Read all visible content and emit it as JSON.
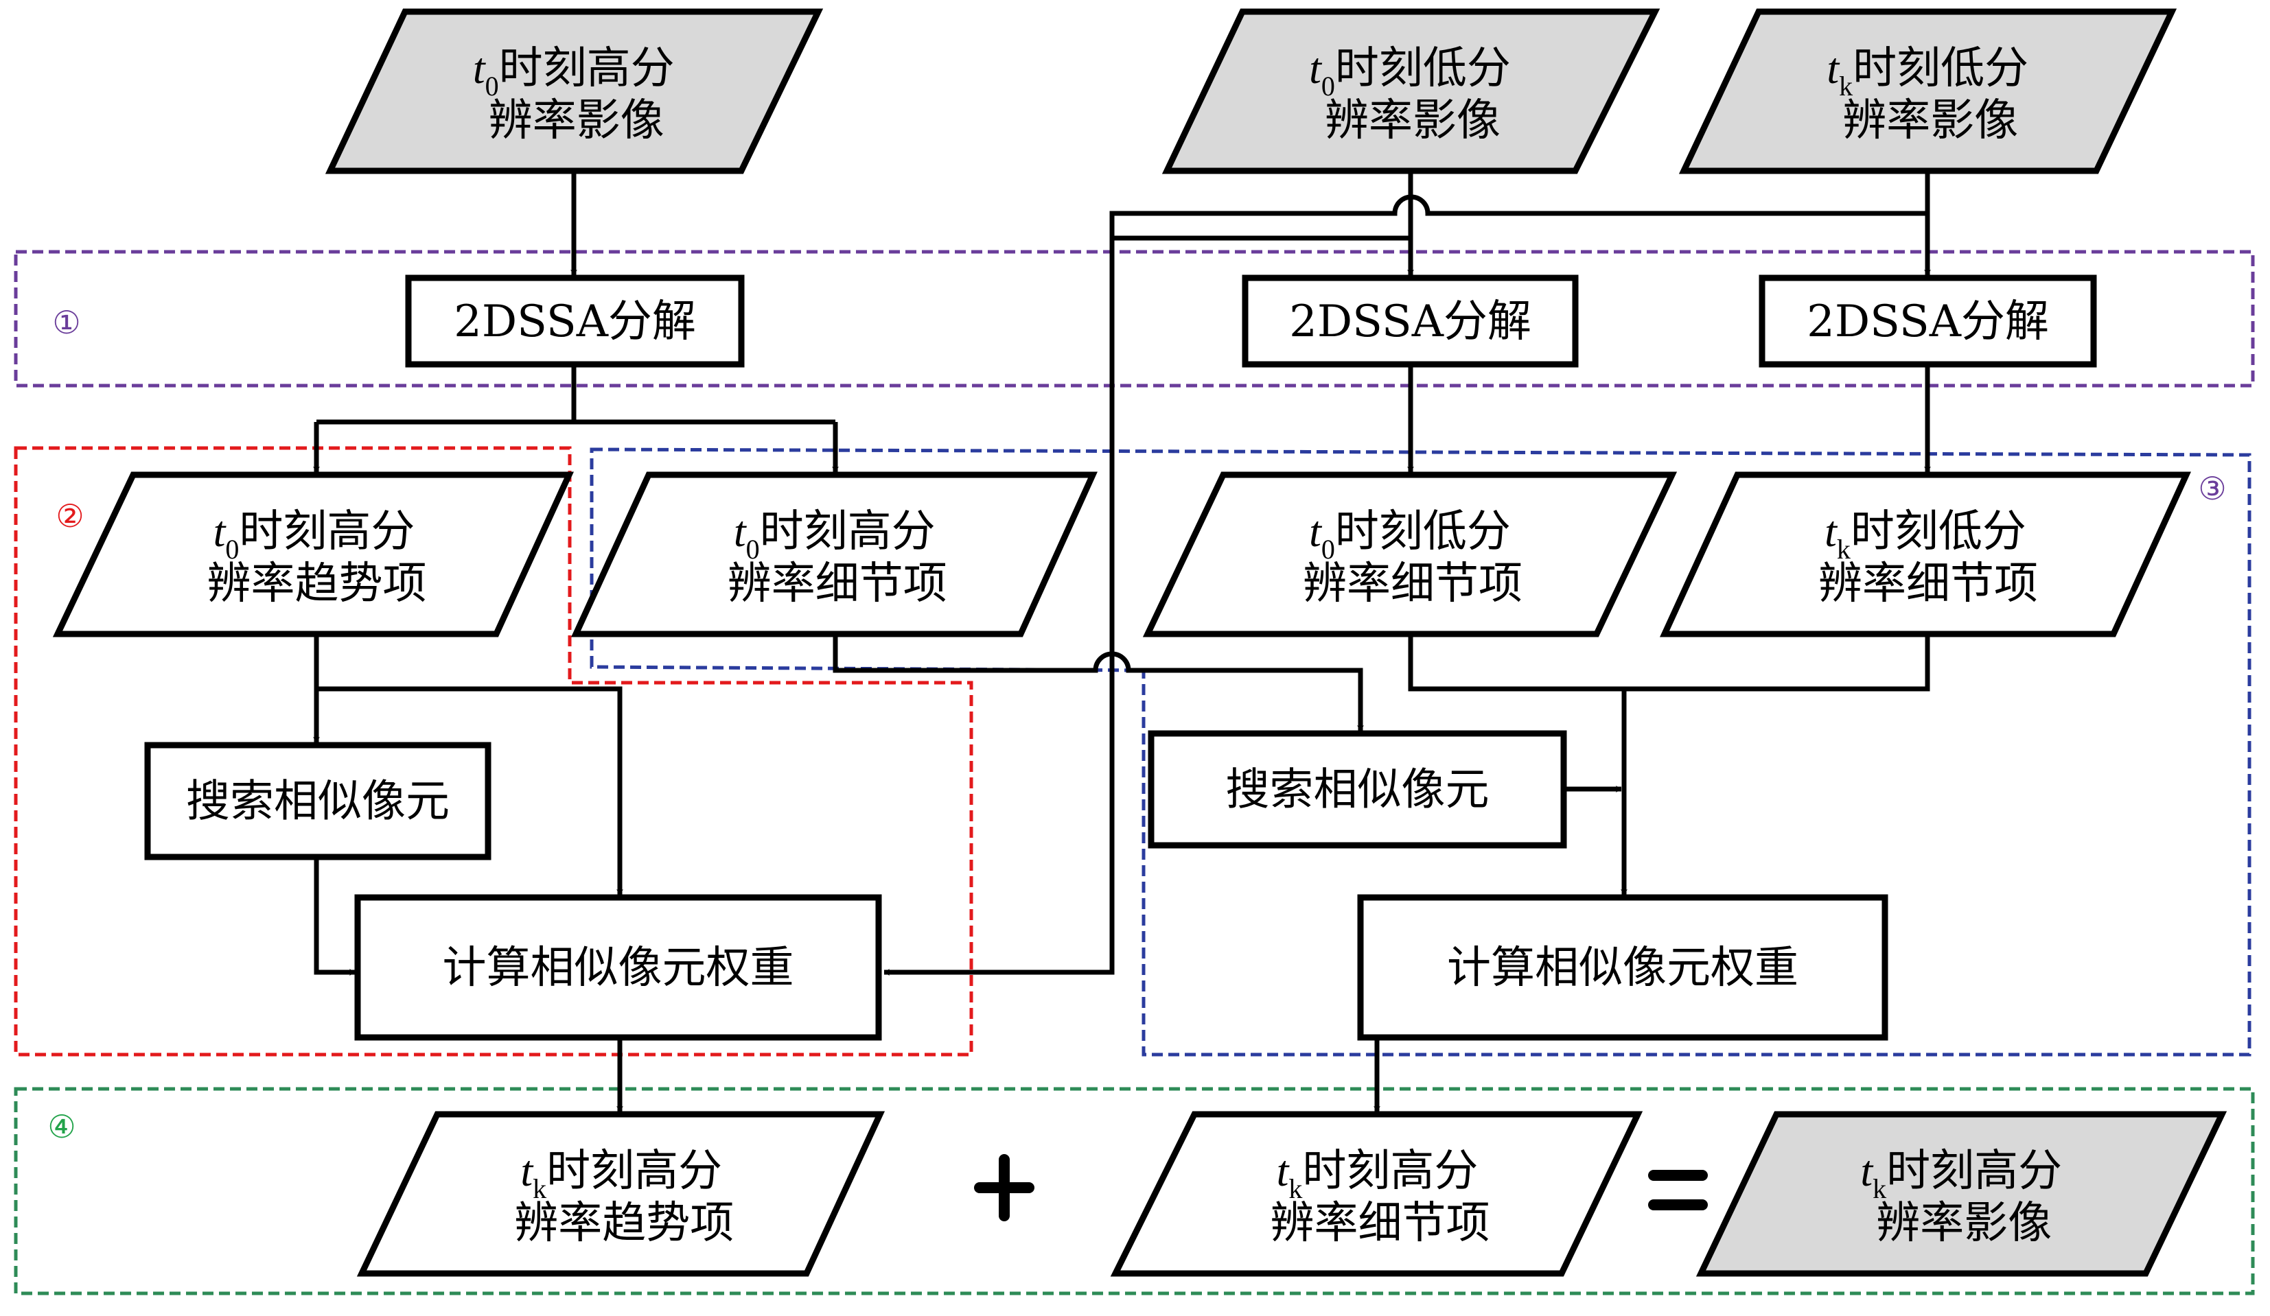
{
  "colors": {
    "input_fill": "#d9d9d9",
    "region_1": "#6a3d9a",
    "region_2": "#e31a1c",
    "region_3": "#2b3c9e",
    "region_4": "#2e8b57",
    "region_label_1": "#6a3d9a",
    "region_label_2": "#e31a1c",
    "region_label_3": "#6a3d9a",
    "region_label_4": "#22a34a"
  },
  "regions": {
    "r1": {
      "label": "①"
    },
    "r2": {
      "label": "②"
    },
    "r3": {
      "label": "③"
    },
    "r4": {
      "label": "④"
    }
  },
  "nodes": {
    "in_high_t0": {
      "var": "t",
      "sub": "0",
      "line1": "时刻高分",
      "line2": "辨率影像"
    },
    "in_low_t0": {
      "var": "t",
      "sub": "0",
      "line1": "时刻低分",
      "line2": "辨率影像"
    },
    "in_low_tk": {
      "var": "t",
      "sub": "k",
      "line1": "时刻低分",
      "line2": "辨率影像"
    },
    "dssa_1": {
      "text": "2DSSA分解"
    },
    "dssa_2": {
      "text": "2DSSA分解"
    },
    "dssa_3": {
      "text": "2DSSA分解"
    },
    "trend_high_t0": {
      "var": "t",
      "sub": "0",
      "line1": "时刻高分",
      "line2": "辨率趋势项"
    },
    "detail_high_t0": {
      "var": "t",
      "sub": "0",
      "line1": "时刻高分",
      "line2": "辨率细节项"
    },
    "detail_low_t0": {
      "var": "t",
      "sub": "0",
      "line1": "时刻低分",
      "line2": "辨率细节项"
    },
    "detail_low_tk": {
      "var": "t",
      "sub": "k",
      "line1": "时刻低分",
      "line2": "辨率细节项"
    },
    "search_left": {
      "text": "搜索相似像元"
    },
    "search_right": {
      "text": "搜索相似像元"
    },
    "weight_left": {
      "text": "计算相似像元权重"
    },
    "weight_right": {
      "text": "计算相似像元权重"
    },
    "out_trend_tk": {
      "var": "t",
      "sub": "k",
      "line1": "时刻高分",
      "line2": "辨率趋势项"
    },
    "out_detail_tk": {
      "var": "t",
      "sub": "k",
      "line1": "时刻高分",
      "line2": "辨率细节项"
    },
    "out_final_tk": {
      "var": "t",
      "sub": "k",
      "line1": "时刻高分",
      "line2": "辨率影像"
    }
  },
  "operators": {
    "plus": "+",
    "equals": "="
  }
}
